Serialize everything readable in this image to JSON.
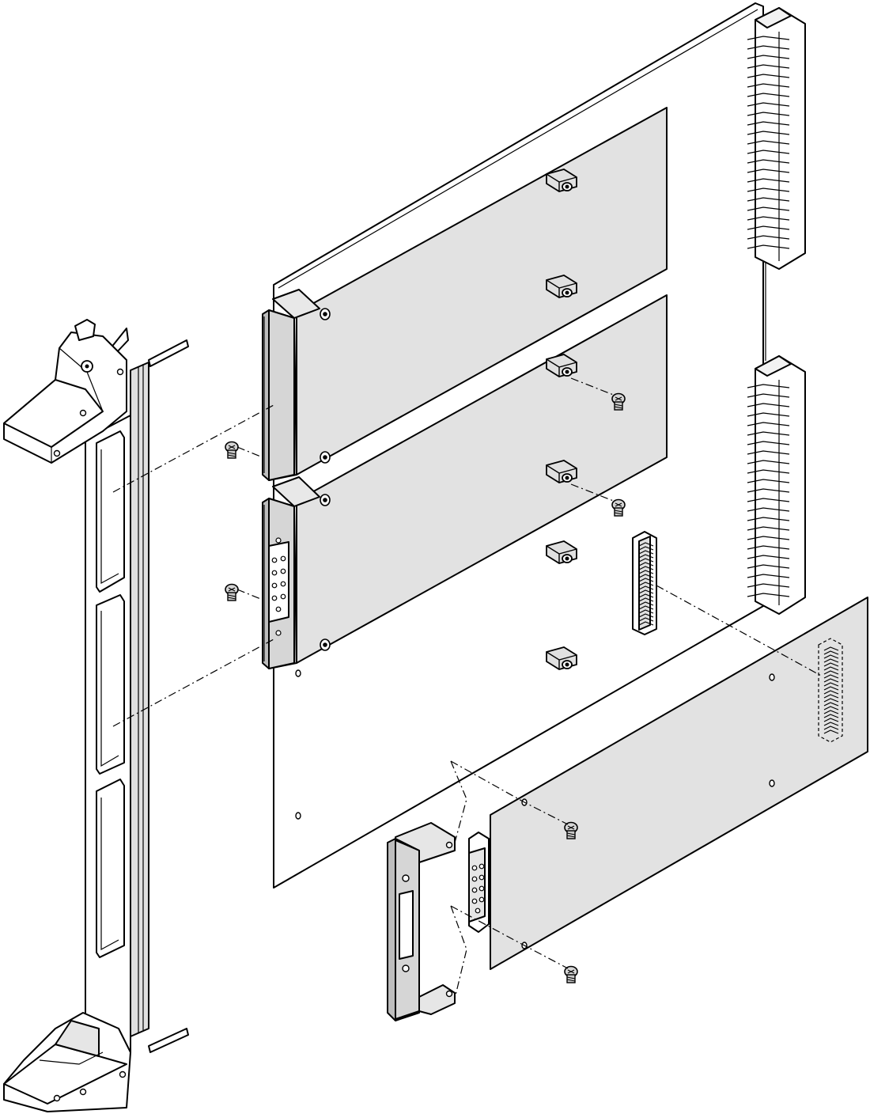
{
  "figure": {
    "kind": "exploded-isometric-assembly",
    "printed_text": [],
    "colors": {
      "line": "#000000",
      "board_fill": "#e6e6e6",
      "module_fill": "#e2e2e2",
      "bezel_fill": "#bdbdbd",
      "metal_fill": "#d6d6d6",
      "background": "#ffffff"
    }
  },
  "parts": [
    {
      "id": "front-panel",
      "icon": "front-panel-handle-icon"
    },
    {
      "id": "carrier-board",
      "icon": "carrier-board-icon"
    },
    {
      "id": "backplane-connector-upper",
      "icon": "connector-icon"
    },
    {
      "id": "backplane-connector-lower",
      "icon": "connector-icon"
    },
    {
      "id": "module-upper",
      "icon": "pmc-module-icon"
    },
    {
      "id": "module-middle",
      "icon": "pmc-module-icon"
    },
    {
      "id": "module-rear",
      "icon": "pmc-module-icon"
    },
    {
      "id": "bezel-bracket",
      "icon": "bezel-bracket-icon"
    },
    {
      "id": "db9-connector",
      "icon": "db9-connector-icon"
    },
    {
      "id": "mezzanine-connector",
      "icon": "mezzanine-connector-icon"
    },
    {
      "id": "standoffs",
      "icon": "standoff-icon"
    },
    {
      "id": "screws",
      "icon": "screw-icon"
    }
  ]
}
